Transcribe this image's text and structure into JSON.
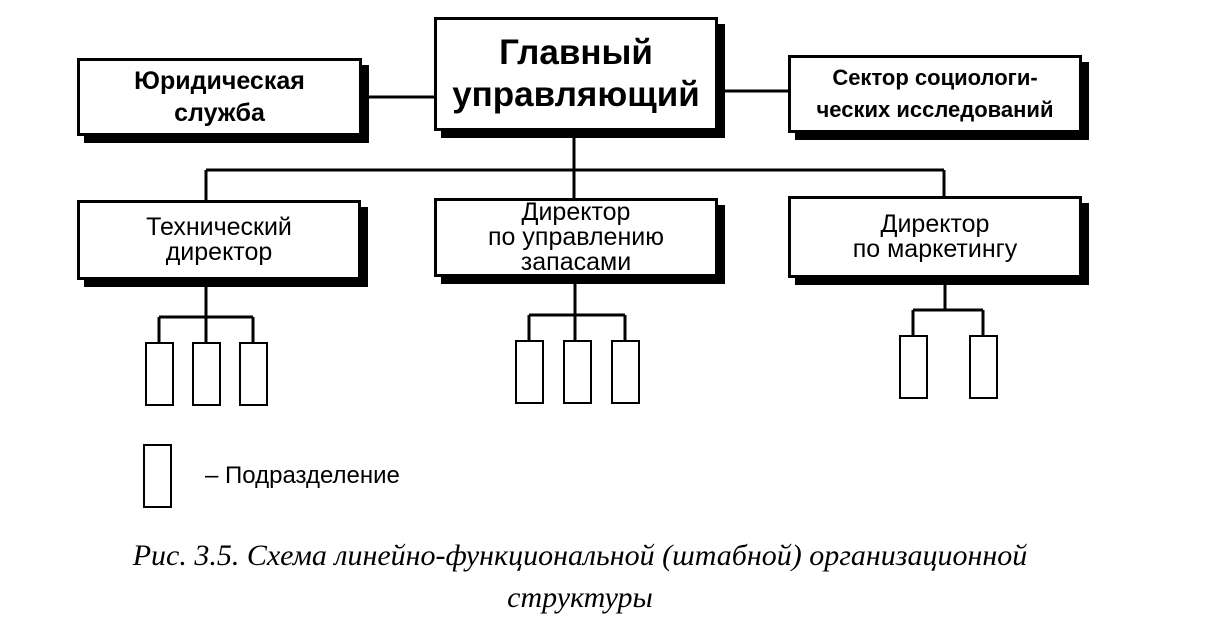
{
  "diagram": {
    "main_box": "Главный\nуправляющий",
    "legal_box": "Юридическая\nслужба",
    "sector_box": "Сектор социологи-\nческих исследований",
    "directors": [
      {
        "label": "Технический\nдиректор",
        "units": 3
      },
      {
        "label": "Директор\nпо управлению\nзапасами",
        "units": 3
      },
      {
        "label": "Директор\nпо маркетингу",
        "units": 2
      }
    ]
  },
  "legend": {
    "text": "– Подразделение"
  },
  "caption": {
    "line1": "Рис. 3.5. Схема линейно-функциональной (штабной) организационной",
    "line2": "структуры"
  }
}
